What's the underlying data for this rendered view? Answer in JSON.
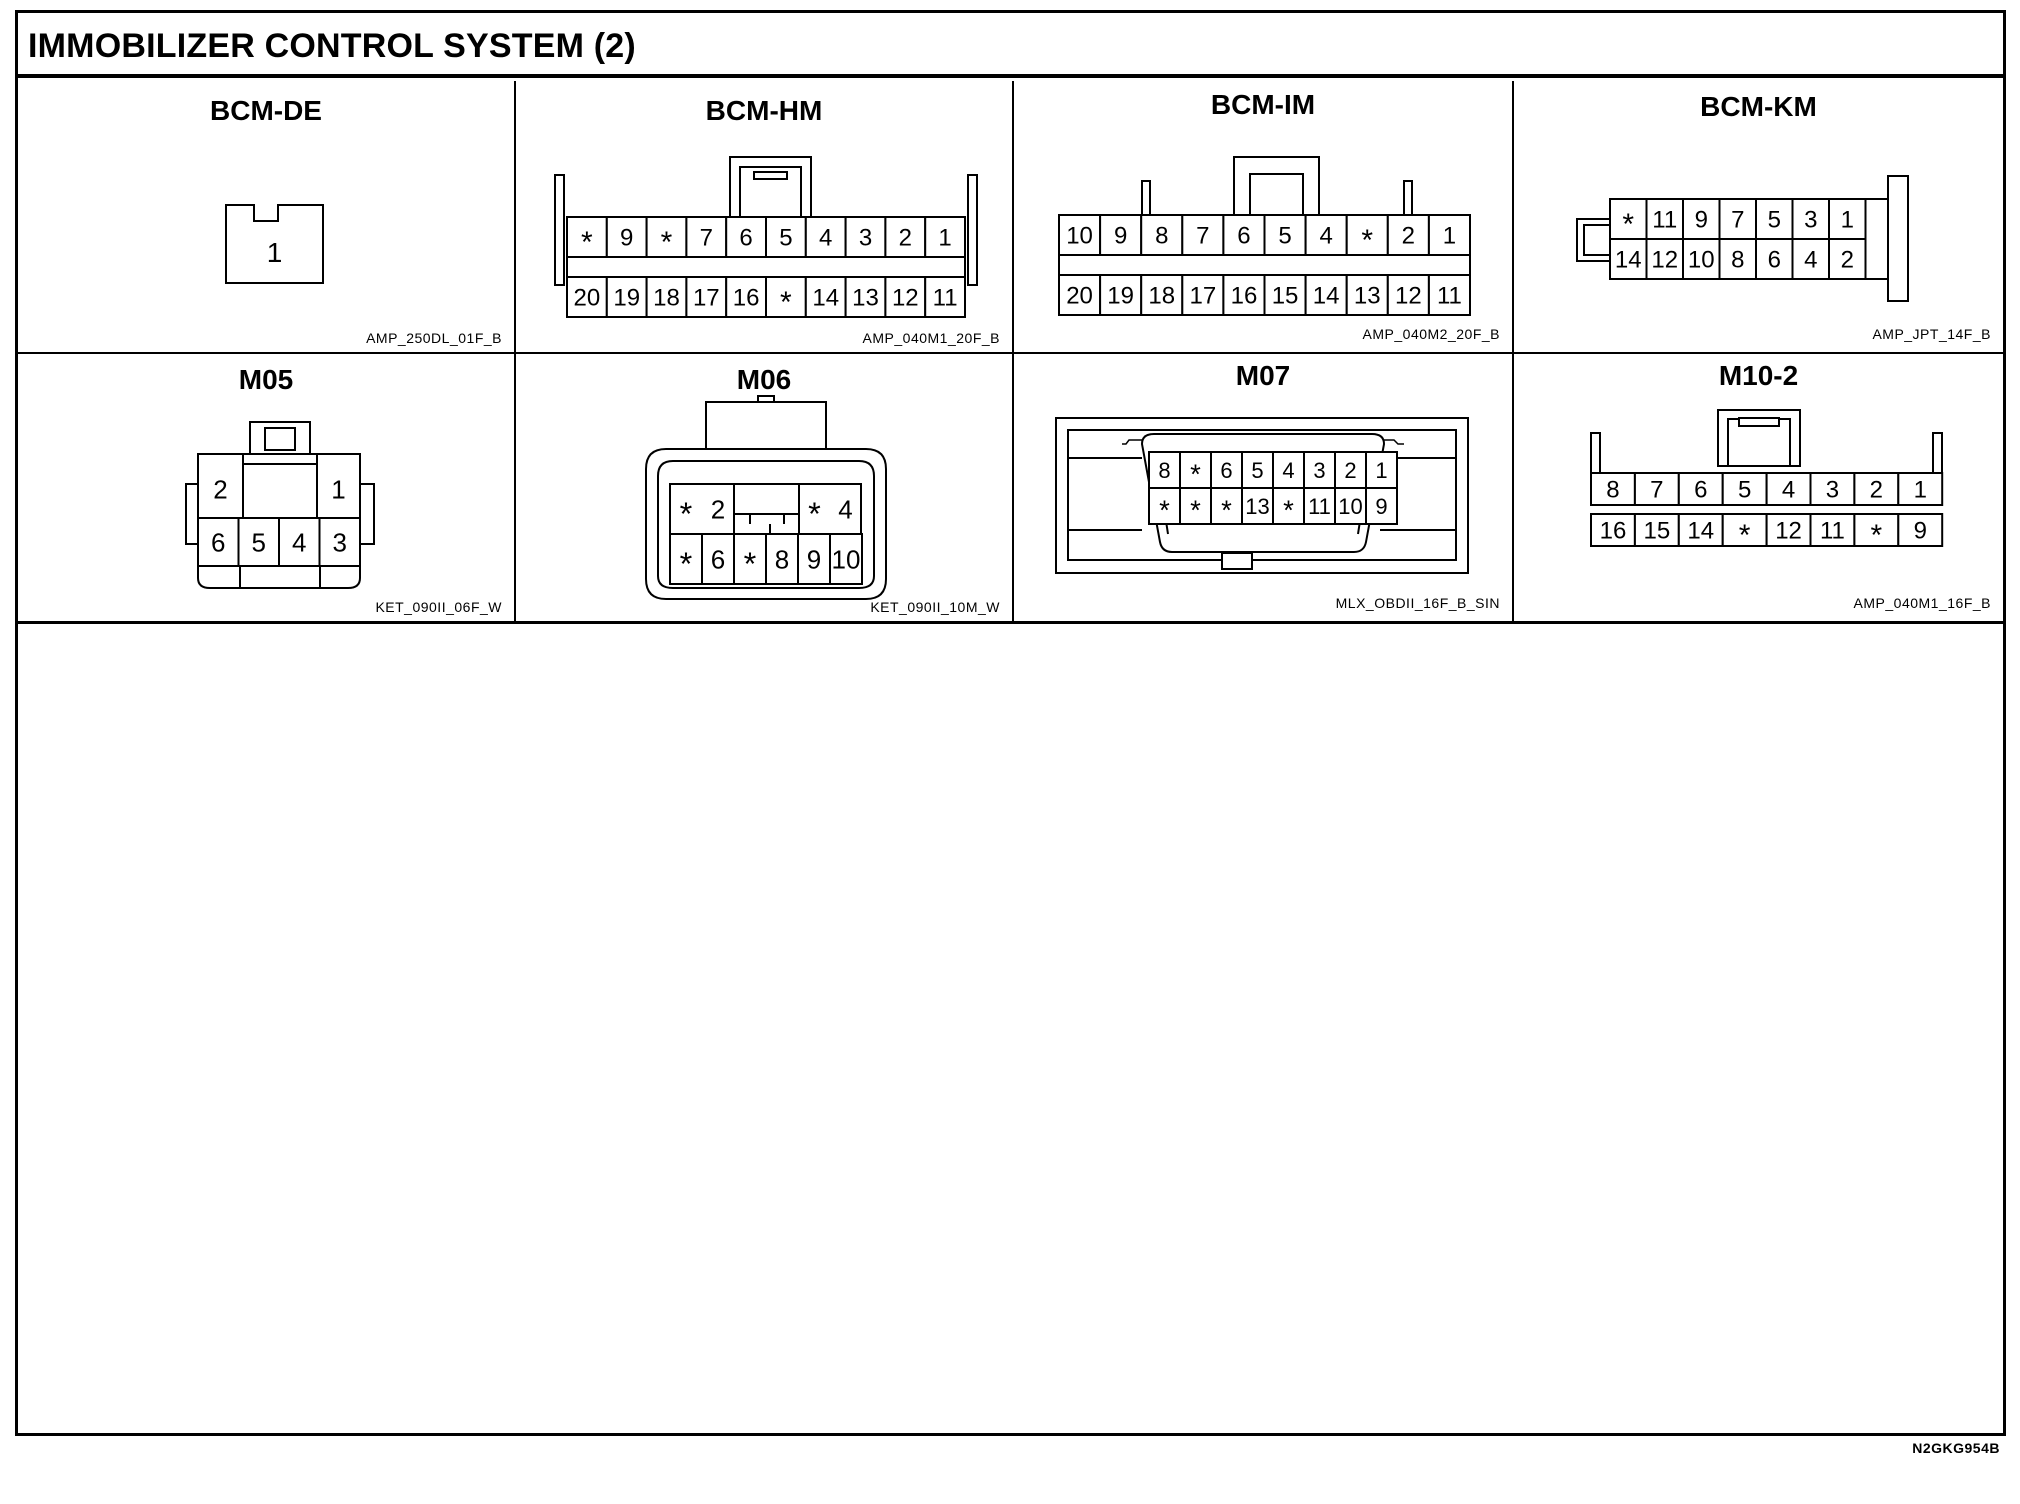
{
  "page": {
    "title": "IMMOBILIZER CONTROL SYSTEM (2)",
    "drawing_id": "N2GKG954B"
  },
  "connectors": [
    {
      "id": "BCM-DE",
      "code": "AMP_250DL_01F_B",
      "rows": [
        [
          "1"
        ]
      ]
    },
    {
      "id": "BCM-HM",
      "code": "AMP_040M1_20F_B",
      "rows": [
        [
          "*",
          "9",
          "*",
          "7",
          "6",
          "5",
          "4",
          "3",
          "2",
          "1"
        ],
        [
          "20",
          "19",
          "18",
          "17",
          "16",
          "*",
          "14",
          "13",
          "12",
          "11"
        ]
      ]
    },
    {
      "id": "BCM-IM",
      "code": "AMP_040M2_20F_B",
      "rows": [
        [
          "10",
          "9",
          "8",
          "7",
          "6",
          "5",
          "4",
          "*",
          "2",
          "1"
        ],
        [
          "20",
          "19",
          "18",
          "17",
          "16",
          "15",
          "14",
          "13",
          "12",
          "11"
        ]
      ]
    },
    {
      "id": "BCM-KM",
      "code": "AMP_JPT_14F_B",
      "rows": [
        [
          "*",
          "11",
          "9",
          "7",
          "5",
          "3",
          "1"
        ],
        [
          "14",
          "12",
          "10",
          "8",
          "6",
          "4",
          "2"
        ]
      ]
    },
    {
      "id": "M05",
      "code": "KET_090II_06F_W",
      "rows": [
        [
          "2",
          "1"
        ],
        [
          "6",
          "5",
          "4",
          "3"
        ]
      ]
    },
    {
      "id": "M06",
      "code": "KET_090II_10M_W",
      "rows": [
        [
          "*",
          "2",
          "*",
          "4"
        ],
        [
          "*",
          "6",
          "*",
          "8",
          "9",
          "10"
        ]
      ]
    },
    {
      "id": "M07",
      "code": "MLX_OBDII_16F_B_SIN",
      "rows": [
        [
          "8",
          "*",
          "6",
          "5",
          "4",
          "3",
          "2",
          "1"
        ],
        [
          "*",
          "*",
          "*",
          "13",
          "*",
          "11",
          "10",
          "9"
        ]
      ]
    },
    {
      "id": "M10-2",
      "code": "AMP_040M1_16F_B",
      "rows": [
        [
          "8",
          "7",
          "6",
          "5",
          "4",
          "3",
          "2",
          "1"
        ],
        [
          "16",
          "15",
          "14",
          "*",
          "12",
          "11",
          "*",
          "9"
        ]
      ]
    }
  ]
}
